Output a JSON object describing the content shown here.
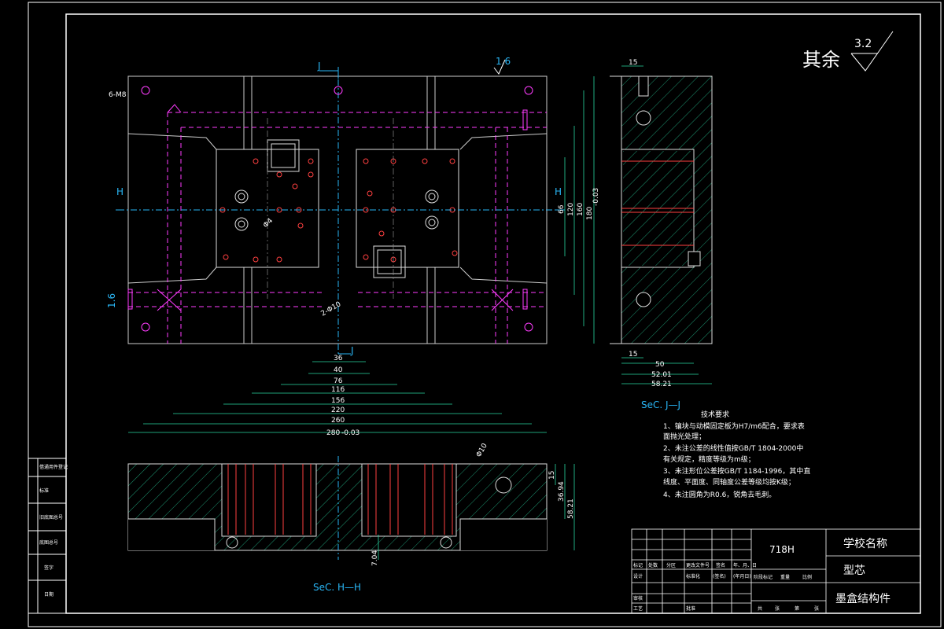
{
  "surface_finish": {
    "label": "其余",
    "value": "3.2",
    "small_value": "1.6"
  },
  "markers": {
    "section_j": "J",
    "section_h": "H",
    "thread": "6-M8",
    "hole": "2-Φ10",
    "small_hole": "Φ10",
    "dia4": "Φ4"
  },
  "top_view_dims": {
    "horizontal": [
      "36",
      "40",
      "76",
      "116",
      "156",
      "220",
      "260",
      "280"
    ],
    "horizontal_tol": "-0.03",
    "vertical": [
      "66",
      "120",
      "160",
      "180"
    ],
    "vertical_tol": "-0.03"
  },
  "side_view": {
    "title": "SeC. J—J",
    "dims": [
      "15",
      "15",
      "50",
      "52.01",
      "58.21"
    ]
  },
  "bottom_view": {
    "title": "SeC. H—H",
    "dims": [
      "15",
      "36.94",
      "58.21",
      "7.04"
    ]
  },
  "tech_notes": {
    "heading": "技术要求",
    "items": [
      "1、镶块与动模固定板为H7/m6配合，要求表",
      "   面抛光处理；",
      "2、未注公差的线性值按GB/T 1804-2000中",
      "   有关规定，精度等级为m级；",
      "3、未注形位公差按GB/T 1184-1996，其中直",
      "   线度、平面度、同轴度公差等级均按K级；",
      "4、未注圆角为R0.6，锐角去毛刺。"
    ]
  },
  "left_strip": {
    "items": [
      "借通用件登记",
      "旧底图总号",
      "底图总号",
      "签字",
      "日期"
    ],
    "extra": "标准"
  },
  "title_block": {
    "material": "718H",
    "school": "学校名称",
    "part": "型芯",
    "drawing": "墨盒结构件",
    "row_labels": [
      "标记",
      "处数",
      "分区",
      "更改文件号",
      "签名",
      "年、月、日"
    ],
    "roles": [
      "设计",
      "审核",
      "工艺"
    ],
    "std_label": "标准化",
    "sign_label": "(签名)",
    "date_label": "(年月日)",
    "approve_label": "批准",
    "stage_labels": [
      "阶段标记",
      "重量",
      "比例"
    ],
    "sheet_labels": [
      "共",
      "张",
      "第",
      "张"
    ]
  }
}
